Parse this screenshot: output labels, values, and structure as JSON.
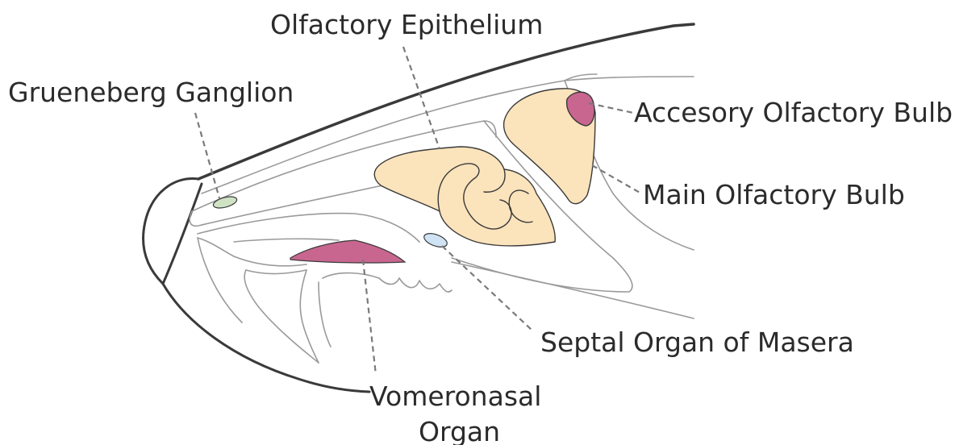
{
  "labels": {
    "olfactory_epithelium": "Olfactory Epithelium",
    "grueneberg_ganglion": "Grueneberg Ganglion",
    "accessory_olfactory_bulb": "Accesory Olfactory Bulb",
    "main_olfactory_bulb": "Main Olfactory Bulb",
    "septal_organ": "Septal Organ of Masera",
    "vomeronasal_line1": "Vomeronasal",
    "vomeronasal_line2": "Organ"
  },
  "colors": {
    "olfactory_tissue": "#fbe3bb",
    "vomeronasal": "#c8668f",
    "accessory_bulb": "#c8668f",
    "grueneberg": "#cfe3c4",
    "septal": "#cfe3f4",
    "outline": "#3a3a3a"
  }
}
